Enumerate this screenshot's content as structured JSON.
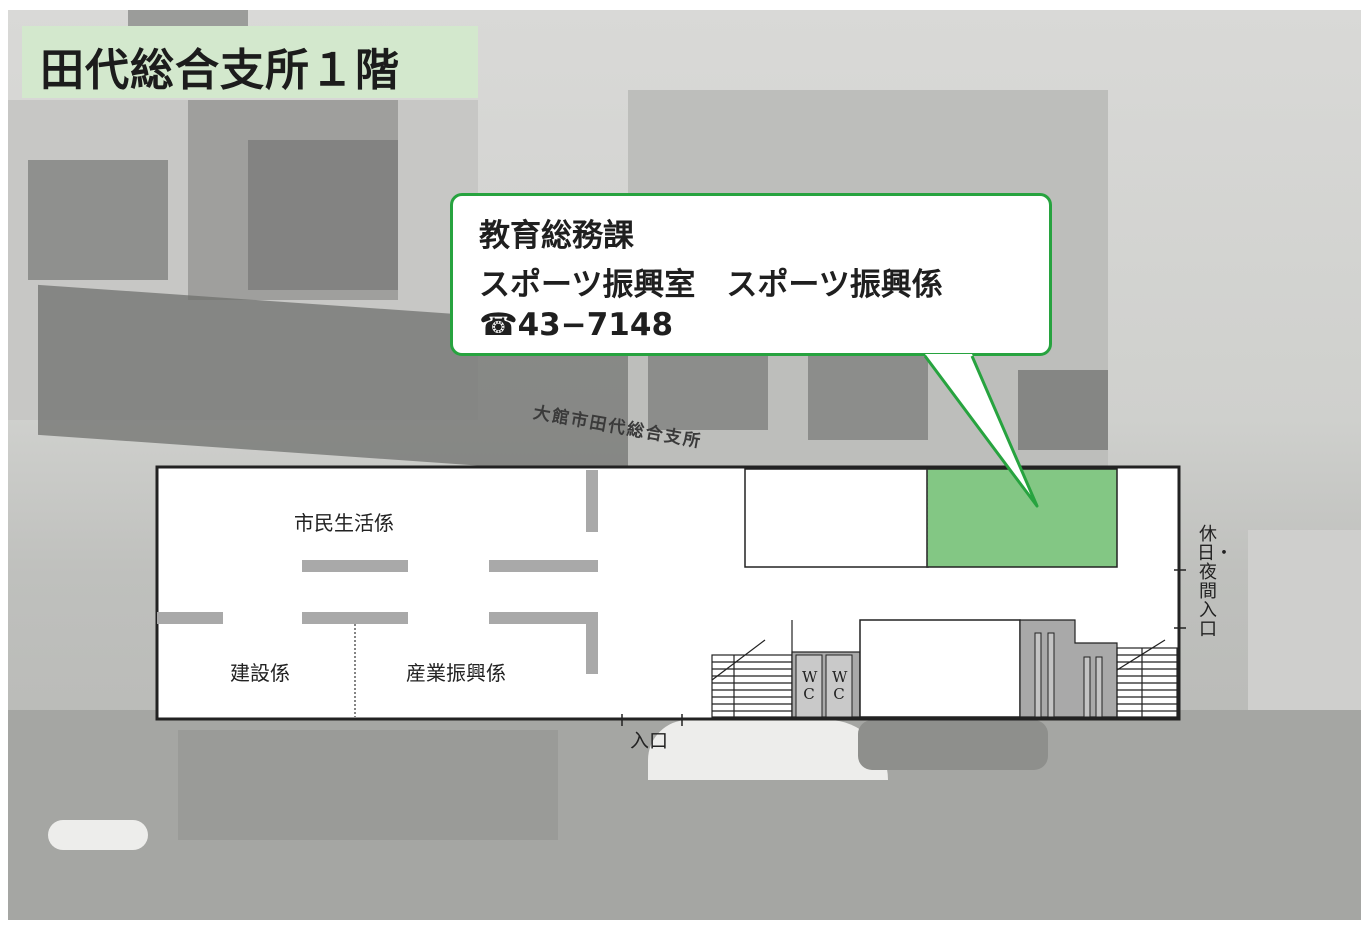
{
  "title": "田代総合支所１階",
  "callout": {
    "line1": "教育総務課",
    "line2": "スポーツ振興室　スポーツ振興係",
    "line3": "☎43−7148"
  },
  "building_sign": "大館市田代総合支所",
  "rooms": {
    "shimin": "市民生活係",
    "kensetsu": "建設係",
    "sangyo": "産業振興係"
  },
  "wc_label": [
    "W",
    "C"
  ],
  "entrance": "入口",
  "night_entrance": "休日・夜間入口",
  "colors": {
    "title_bg": "#d3e8cd",
    "callout_border": "#27a33f",
    "highlight_room": "#83c784",
    "wall_gray": "#a9a9a9"
  }
}
